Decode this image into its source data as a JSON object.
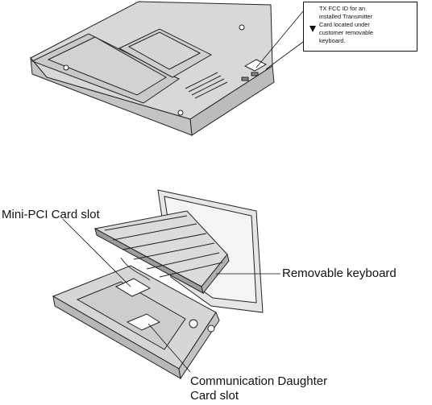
{
  "fcc_callout": {
    "lines": [
      "TX FCC ID for an",
      "installed Transmitter",
      "Card located under",
      "customer removable",
      "keyboard."
    ]
  },
  "labels": {
    "mini_pci": "Mini-PCI Card slot",
    "removable_keyboard": "Removable keyboard",
    "comm_daughter_line1": "Communication Daughter",
    "comm_daughter_line2": "Card slot"
  }
}
